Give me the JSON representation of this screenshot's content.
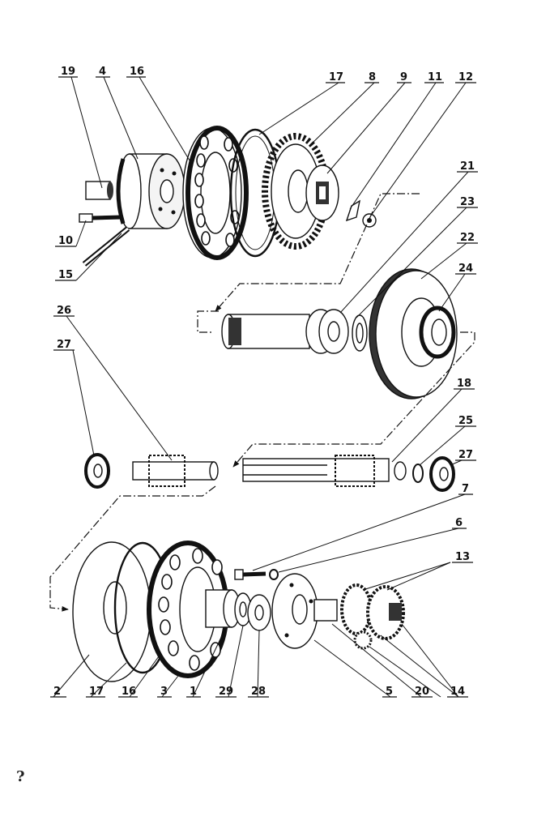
{
  "labels": [
    "19",
    "4",
    "16",
    "17",
    "8",
    "9",
    "11",
    "12",
    "21",
    "23",
    "22",
    "24",
    "10",
    "15",
    "26",
    "27",
    "18",
    "25",
    "27",
    "7",
    "6",
    "13",
    "2",
    "17",
    "16",
    "3",
    "1",
    "29",
    "28",
    "5",
    "20",
    "14"
  ],
  "page_mark": "?"
}
